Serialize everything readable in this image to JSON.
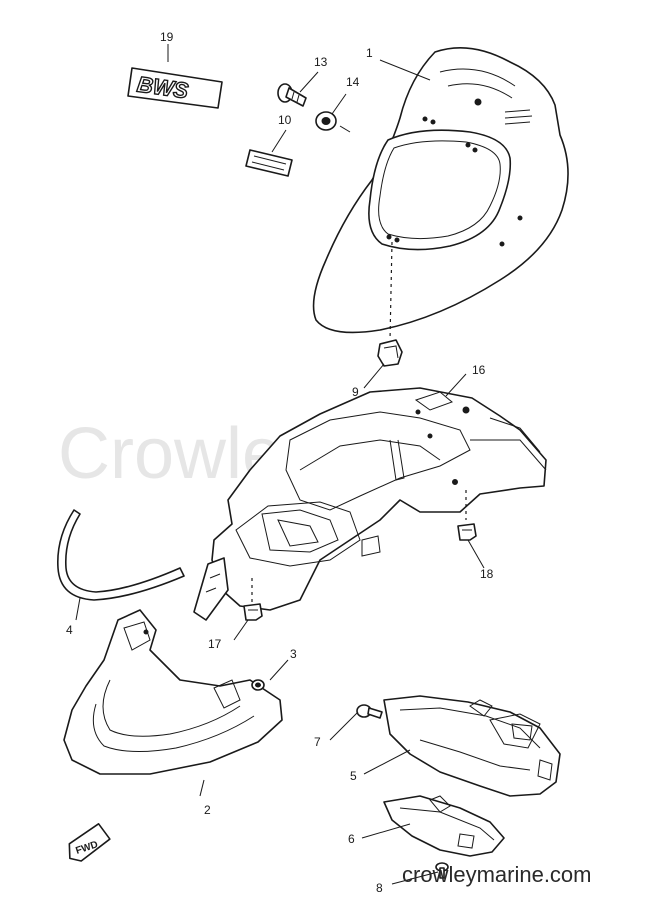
{
  "watermark": "CrowleyMarine",
  "footer_url": "crowleymarine.com",
  "emblem_text": "BWS",
  "direction_label": "FWD",
  "callouts": {
    "c1": "1",
    "c2": "2",
    "c3": "3",
    "c4": "4",
    "c5": "5",
    "c6": "6",
    "c7": "7",
    "c8": "8",
    "c9": "9",
    "c10": "10",
    "c13": "13",
    "c14": "14",
    "c16": "16",
    "c17": "17",
    "c18": "18",
    "c19": "19"
  }
}
